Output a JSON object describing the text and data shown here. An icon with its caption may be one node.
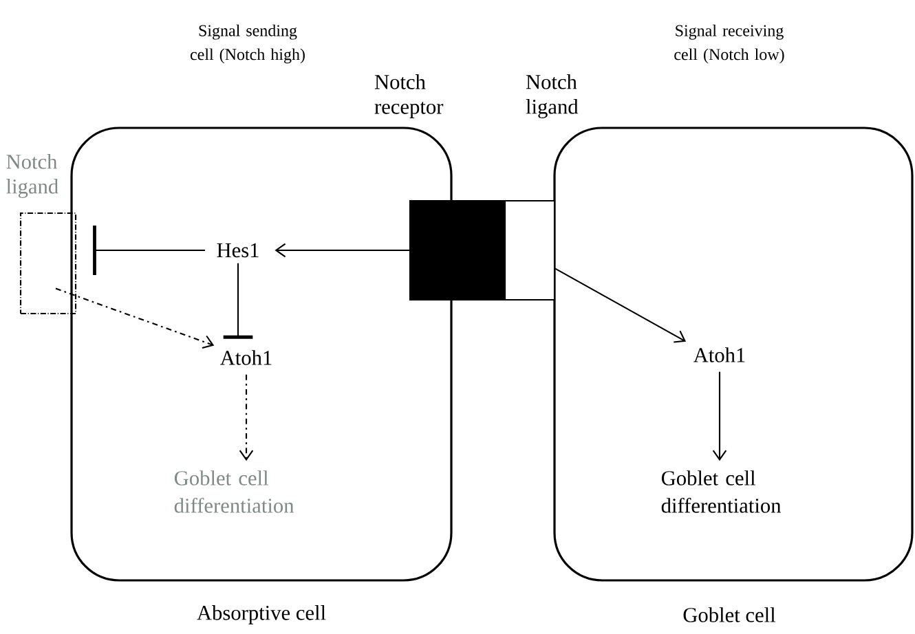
{
  "diagram": {
    "nodes": [
      {
        "text": [
          "Signal sending cell (Notch high)"
        ],
        "beside": [
          "Absorptive cell"
        ]
      },
      {
        "text": [
          "Signal receiving cell (Notch low)"
        ],
        "beside": [
          "Goblet cell"
        ]
      },
      {
        "text": [
          "Notch ligand"
        ]
      },
      {
        "text": [
          "Hes1"
        ],
        "in": 0
      },
      {
        "text": [
          "Atoh1"
        ],
        "in": 0
      },
      {
        "text": [
          "Goblet cell differentiation"
        ],
        "in": 0
      },
      {
        "text": [
          "Notch receptor"
        ]
      },
      {
        "text": [
          "Notch ligand"
        ]
      },
      {
        "text": [
          "Atoh1"
        ],
        "in": 1
      },
      {
        "text": [
          "Goblet cell differentiation"
        ],
        "in": 1
      }
    ],
    "edges": [
      {
        "from": 6,
        "to": 3,
        "arrow": "to"
      },
      {
        "from": 3,
        "to": 2,
        "arrow": "other"
      },
      {
        "from": 3,
        "to": 4,
        "arrow": "other"
      },
      {
        "from": 2,
        "to": 4,
        "arrow": "to",
        "style": "dashed"
      },
      {
        "from": 4,
        "to": 5,
        "arrow": "to",
        "style": "dashed"
      },
      {
        "from": 7,
        "to": 8,
        "arrow": "to"
      },
      {
        "from": 8,
        "to": 9,
        "arrow": "to"
      }
    ]
  }
}
